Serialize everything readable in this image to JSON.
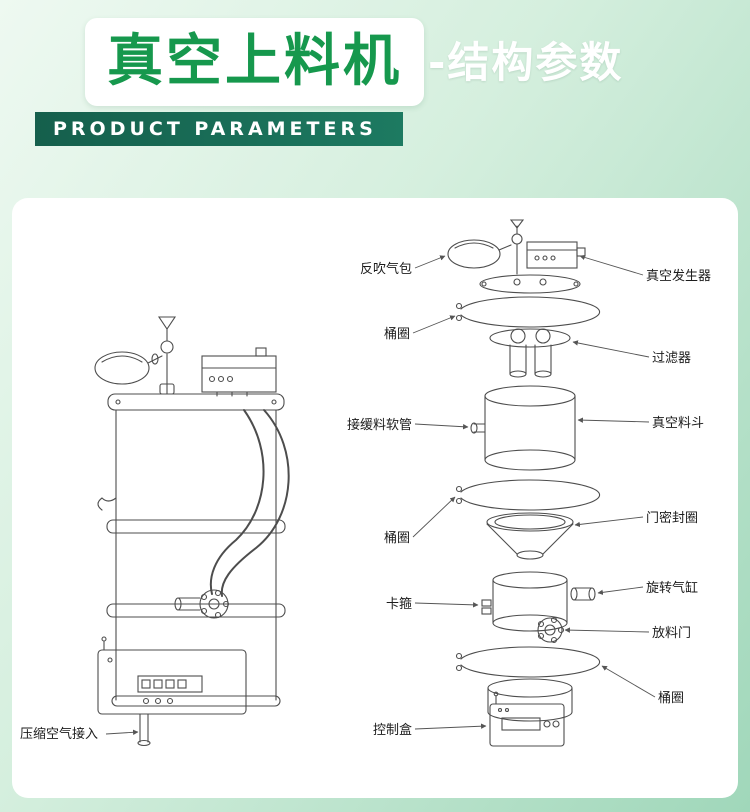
{
  "header": {
    "title_main": "真空上料机",
    "title_sub": "-结构参数",
    "banner_text": "PRODUCT PARAMETERS"
  },
  "colors": {
    "title_green": "#16984d",
    "banner_background": "#176853",
    "background_top": "#eef9f1",
    "background_bottom": "#a0d7ba",
    "line_art": "#4d4d4d",
    "panel_background": "#ffffff"
  },
  "diagram": {
    "left_labels": [
      "反吹气包",
      "桶圈",
      "接缓料软管",
      "桶圈",
      "卡箍",
      "控制盒"
    ],
    "right_labels": [
      "真空发生器",
      "过滤器",
      "真空料斗",
      "门密封圈",
      "旋转气缸",
      "放料门",
      "桶圈"
    ],
    "bottom_left_label": "压缩空气接入"
  }
}
